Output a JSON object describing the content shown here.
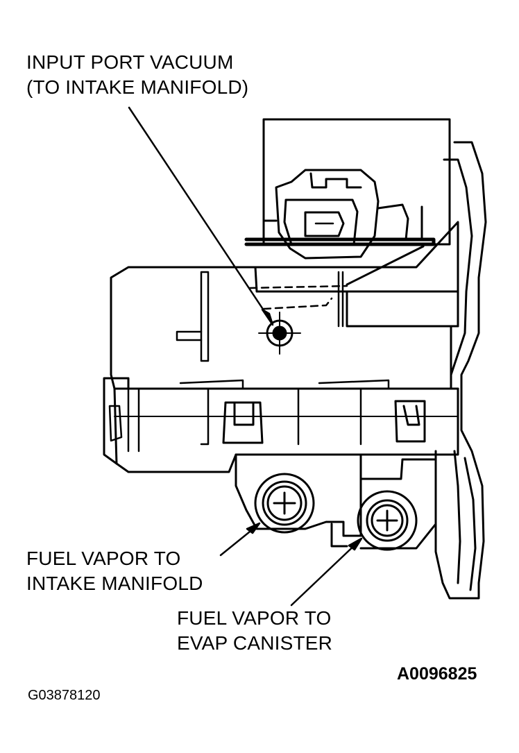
{
  "labels": {
    "input_port_line1": "INPUT PORT VACUUM",
    "input_port_line2": "(TO INTAKE MANIFOLD)",
    "fuel_vapor_intake_line1": "FUEL VAPOR TO",
    "fuel_vapor_intake_line2": "INTAKE MANIFOLD",
    "fuel_vapor_canister_line1": "FUEL VAPOR TO",
    "fuel_vapor_canister_line2": "EVAP CANISTER",
    "figure_id": "A0096825",
    "source_id": "G03878120"
  },
  "colors": {
    "line": "#000000",
    "background": "#ffffff"
  }
}
